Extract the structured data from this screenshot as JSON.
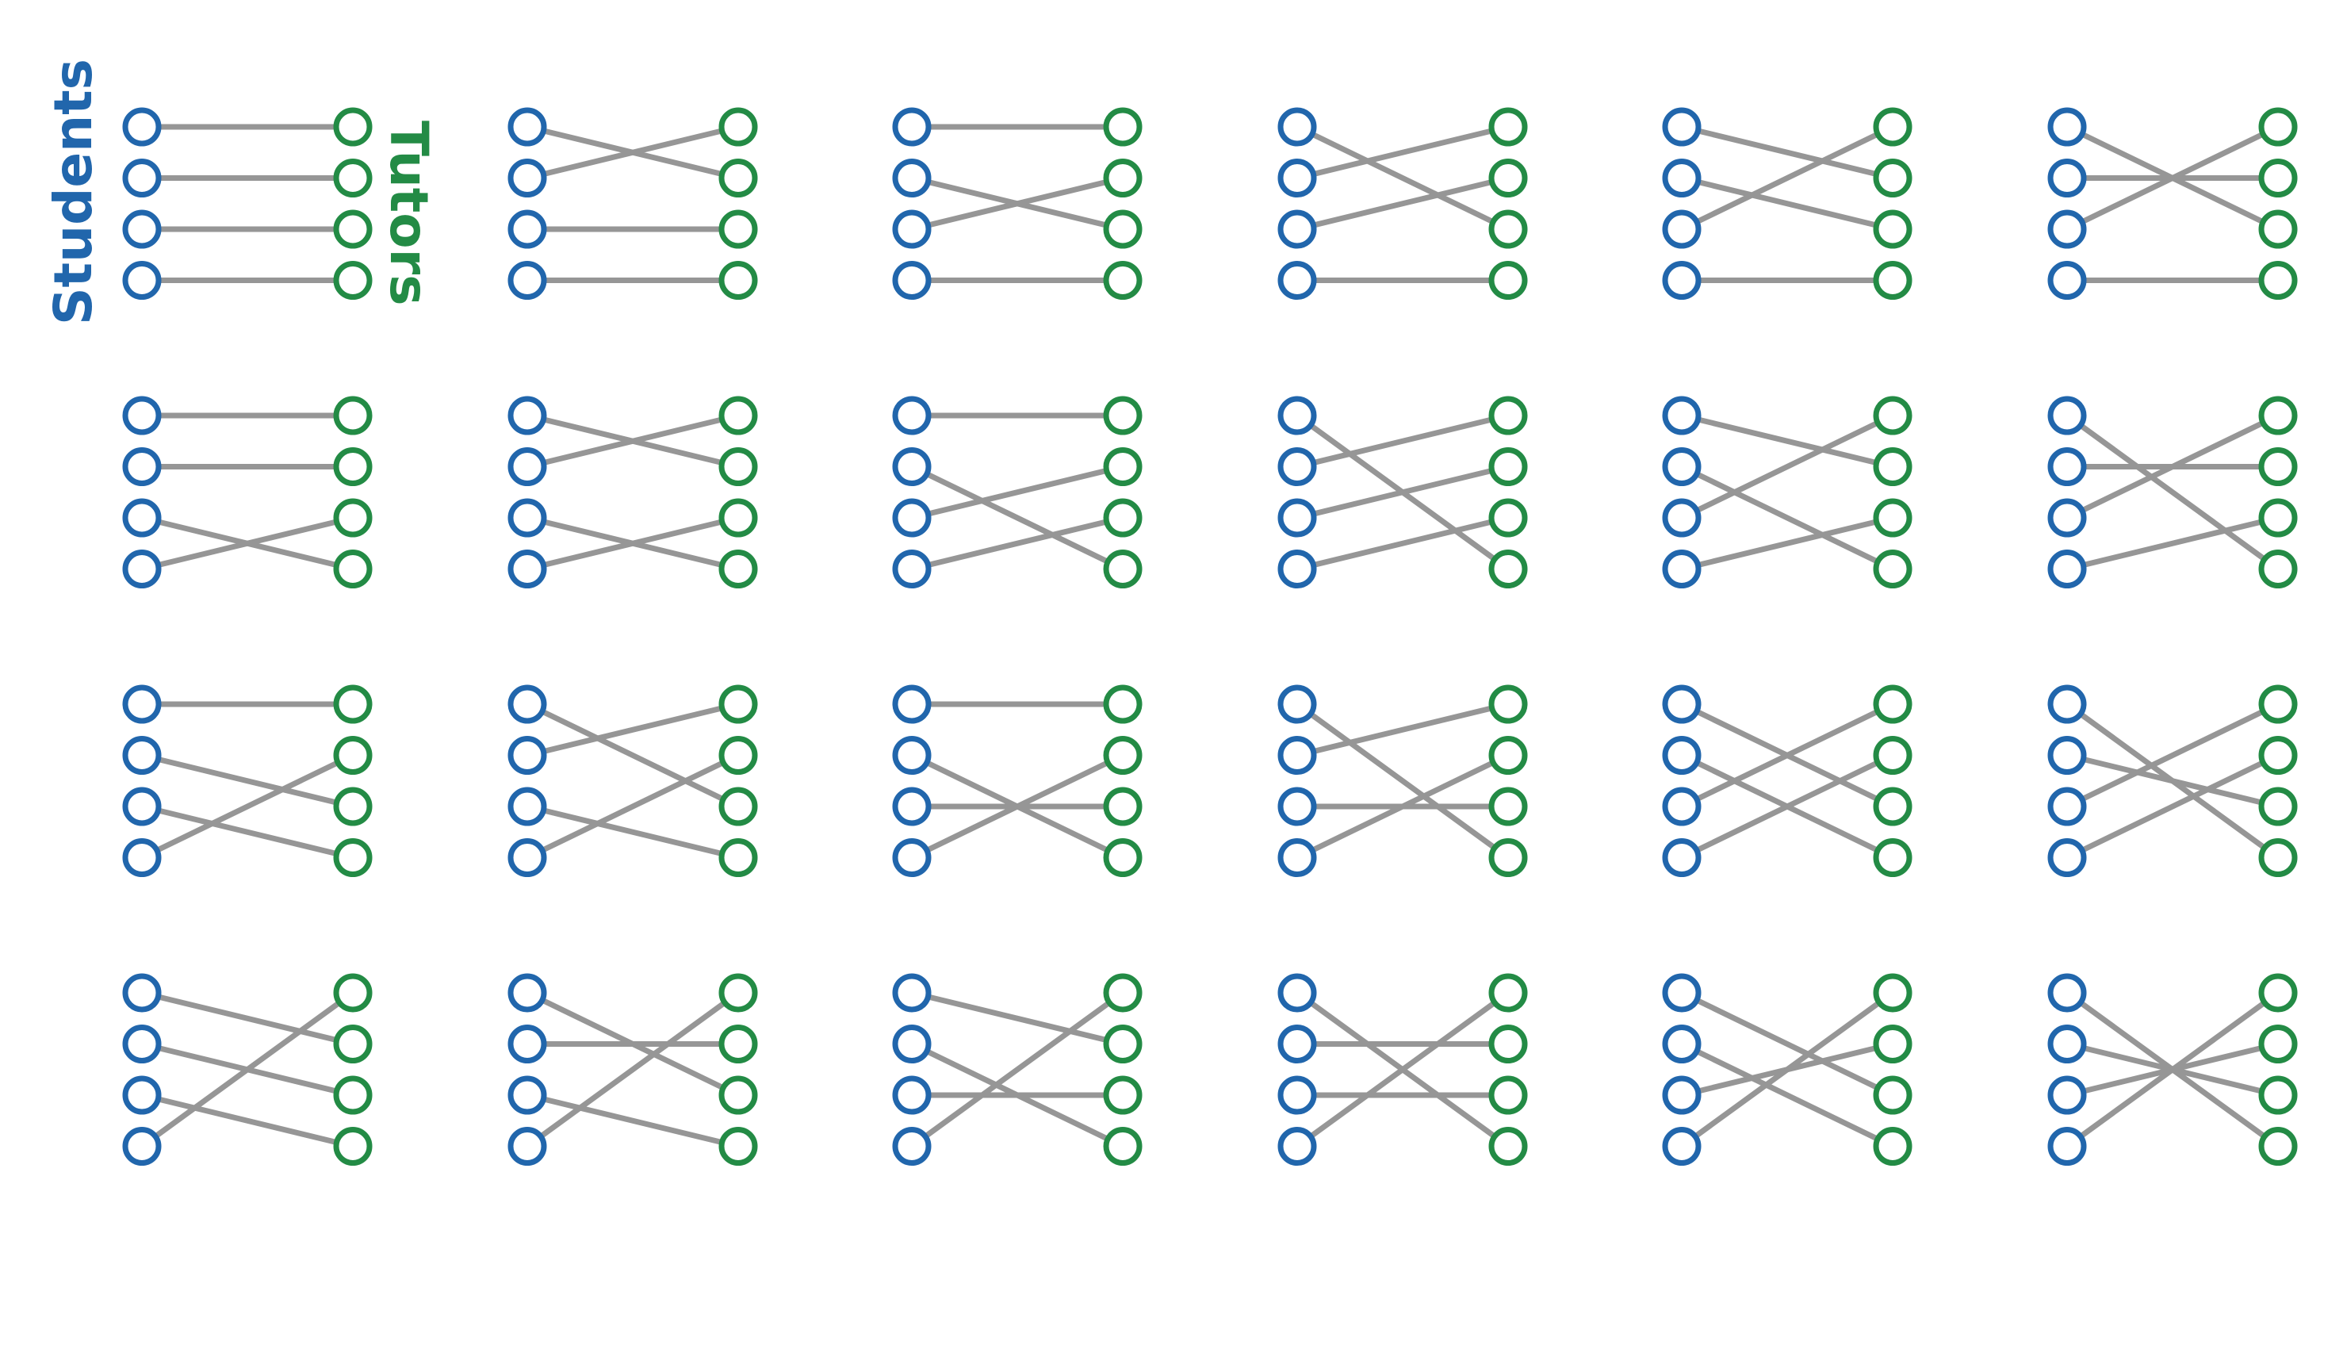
{
  "labels": {
    "left": "Students",
    "right": "Tutors"
  },
  "colors": {
    "students": "#2166ac",
    "tutors": "#238b45",
    "edges": "#969696"
  },
  "matching_count": 24,
  "nodes_per_side": 4,
  "matchings": [
    [
      1,
      2,
      3,
      4
    ],
    [
      2,
      1,
      3,
      4
    ],
    [
      1,
      3,
      2,
      4
    ],
    [
      3,
      1,
      2,
      4
    ],
    [
      2,
      3,
      1,
      4
    ],
    [
      3,
      2,
      1,
      4
    ],
    [
      1,
      2,
      4,
      3
    ],
    [
      2,
      1,
      4,
      3
    ],
    [
      1,
      4,
      2,
      3
    ],
    [
      4,
      1,
      2,
      3
    ],
    [
      2,
      4,
      1,
      3
    ],
    [
      4,
      2,
      1,
      3
    ],
    [
      1,
      3,
      4,
      2
    ],
    [
      3,
      1,
      4,
      2
    ],
    [
      1,
      4,
      3,
      2
    ],
    [
      4,
      1,
      3,
      2
    ],
    [
      3,
      4,
      1,
      2
    ],
    [
      4,
      3,
      1,
      2
    ],
    [
      2,
      3,
      4,
      1
    ],
    [
      3,
      2,
      4,
      1
    ],
    [
      2,
      4,
      3,
      1
    ],
    [
      4,
      2,
      3,
      1
    ],
    [
      3,
      4,
      2,
      1
    ],
    [
      4,
      3,
      2,
      1
    ]
  ]
}
